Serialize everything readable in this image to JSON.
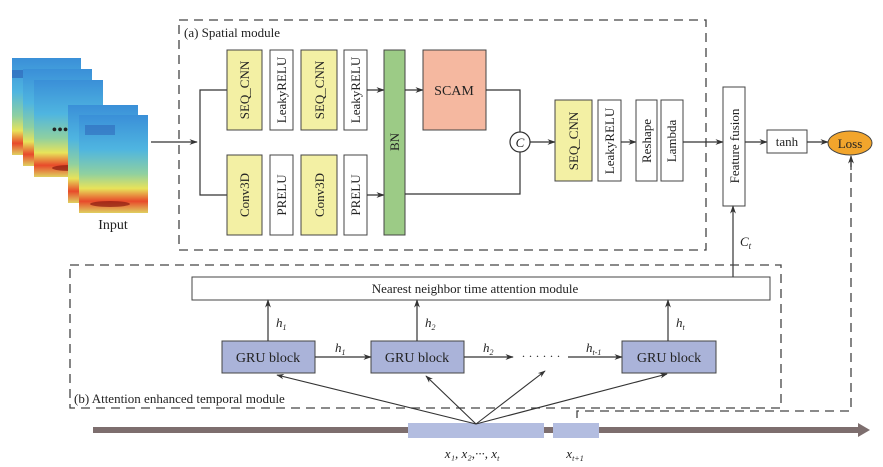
{
  "colors": {
    "seq_cnn": "#f3f0a4",
    "bn": "#9ccb86",
    "scam": "#f5b8a0",
    "gru": "#aab3d9",
    "loss": "#f2a52c",
    "timeline": "#7d6e6e",
    "data_bar": "#b3bde0",
    "stroke": "#333333"
  },
  "input": {
    "label": "Input",
    "ellipsis": "•••"
  },
  "spatial": {
    "title": "(a) Spatial module",
    "top_row": [
      "SEQ_CNN",
      "LeakyRELU",
      "SEQ_CNN",
      "LeakyRELU"
    ],
    "bottom_row": [
      "Conv3D",
      "PRELU",
      "Conv3D",
      "PRELU"
    ],
    "bn": "BN",
    "scam": "SCAM",
    "concat": "C",
    "tail": [
      "SEQ_CNN",
      "LeakyRELU",
      "Reshape",
      "Lambda"
    ]
  },
  "fusion": {
    "label": "Feature fusion",
    "ct_label": "C",
    "ct_sub": "t"
  },
  "output": {
    "tanh": "tanh",
    "loss": "Loss"
  },
  "temporal": {
    "title": "(b) Attention enhanced temporal module",
    "attention": "Nearest neighbor time attention module",
    "gru_blocks": [
      "GRU block",
      "GRU block",
      "GRU block"
    ],
    "up_labels": [
      {
        "h": "h",
        "sub": "1"
      },
      {
        "h": "h",
        "sub": "2"
      },
      {
        "h": "h",
        "sub": "t"
      }
    ],
    "chain_labels": [
      {
        "h": "h",
        "sub": "1"
      },
      {
        "h": "h",
        "sub": "2"
      },
      {
        "h": "h",
        "sub": "t-1"
      }
    ],
    "dots": "· · · · · ·"
  },
  "timeline": {
    "seq_label": "x₁, x₂,···, x",
    "seq_sub": "t",
    "next_label": "x",
    "next_sub": "t+1"
  }
}
